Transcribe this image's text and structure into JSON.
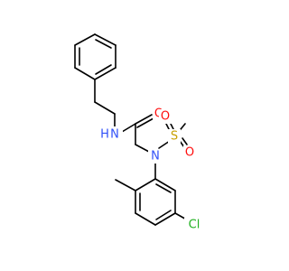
{
  "molecule": {
    "atoms": {
      "N_amide": {
        "symbol": "N",
        "color": "#3050F8"
      },
      "H_amide": {
        "symbol": "H",
        "color": "#3050F8"
      },
      "O_carbonyl": {
        "symbol": "O",
        "color": "#FF0D0D"
      },
      "N_sulfonamide": {
        "symbol": "N",
        "color": "#3050F8"
      },
      "S": {
        "symbol": "S",
        "color": "#C8A000"
      },
      "O_s1": {
        "symbol": "O",
        "color": "#FF0D0D"
      },
      "O_s2": {
        "symbol": "O",
        "color": "#FF0D0D"
      },
      "Cl": {
        "symbol": "Cl",
        "color": "#1FB01F"
      }
    }
  }
}
